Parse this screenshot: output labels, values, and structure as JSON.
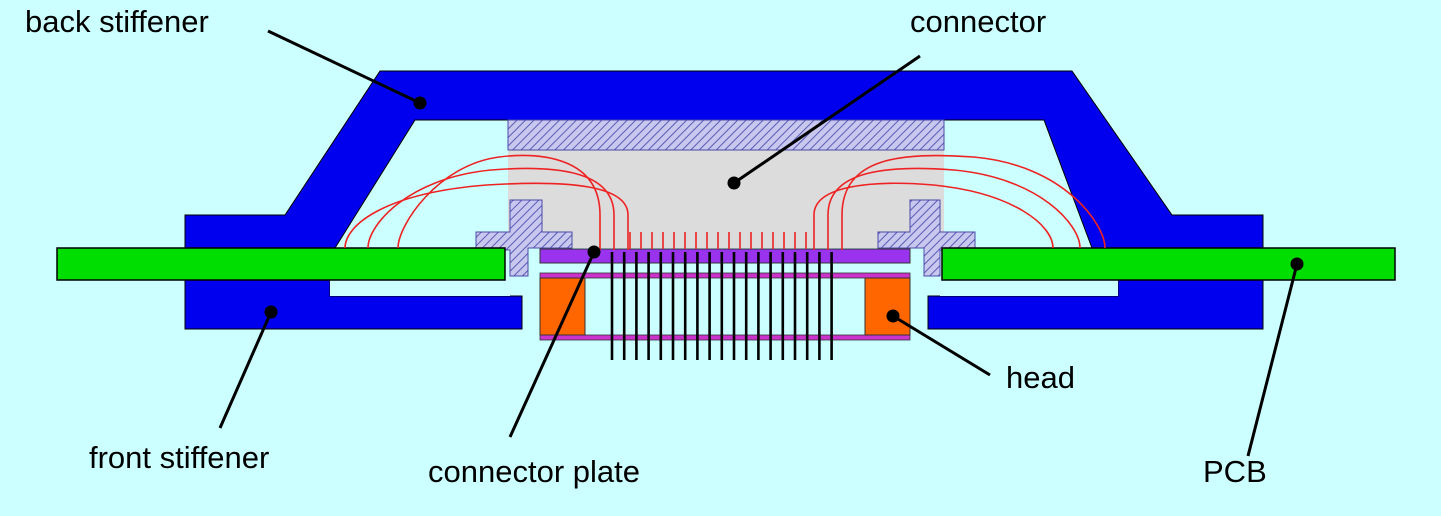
{
  "labels": {
    "back_stiffener": "back stiffener",
    "connector": "connector",
    "front_stiffener": "front stiffener",
    "connector_plate": "connector plate",
    "head": "head",
    "pcb": "PCB"
  },
  "colors": {
    "background": "#ccffff",
    "stiffener": "#0000ee",
    "pcb": "#00dd00",
    "connector_body": "#dcdcdc",
    "connector_hatch": "#8f8fd6",
    "connector_plate": "#9a33ee",
    "head": "#ff6600",
    "head_frame": "#cc33cc",
    "wire": "#ee2222",
    "pin": "#000000"
  }
}
